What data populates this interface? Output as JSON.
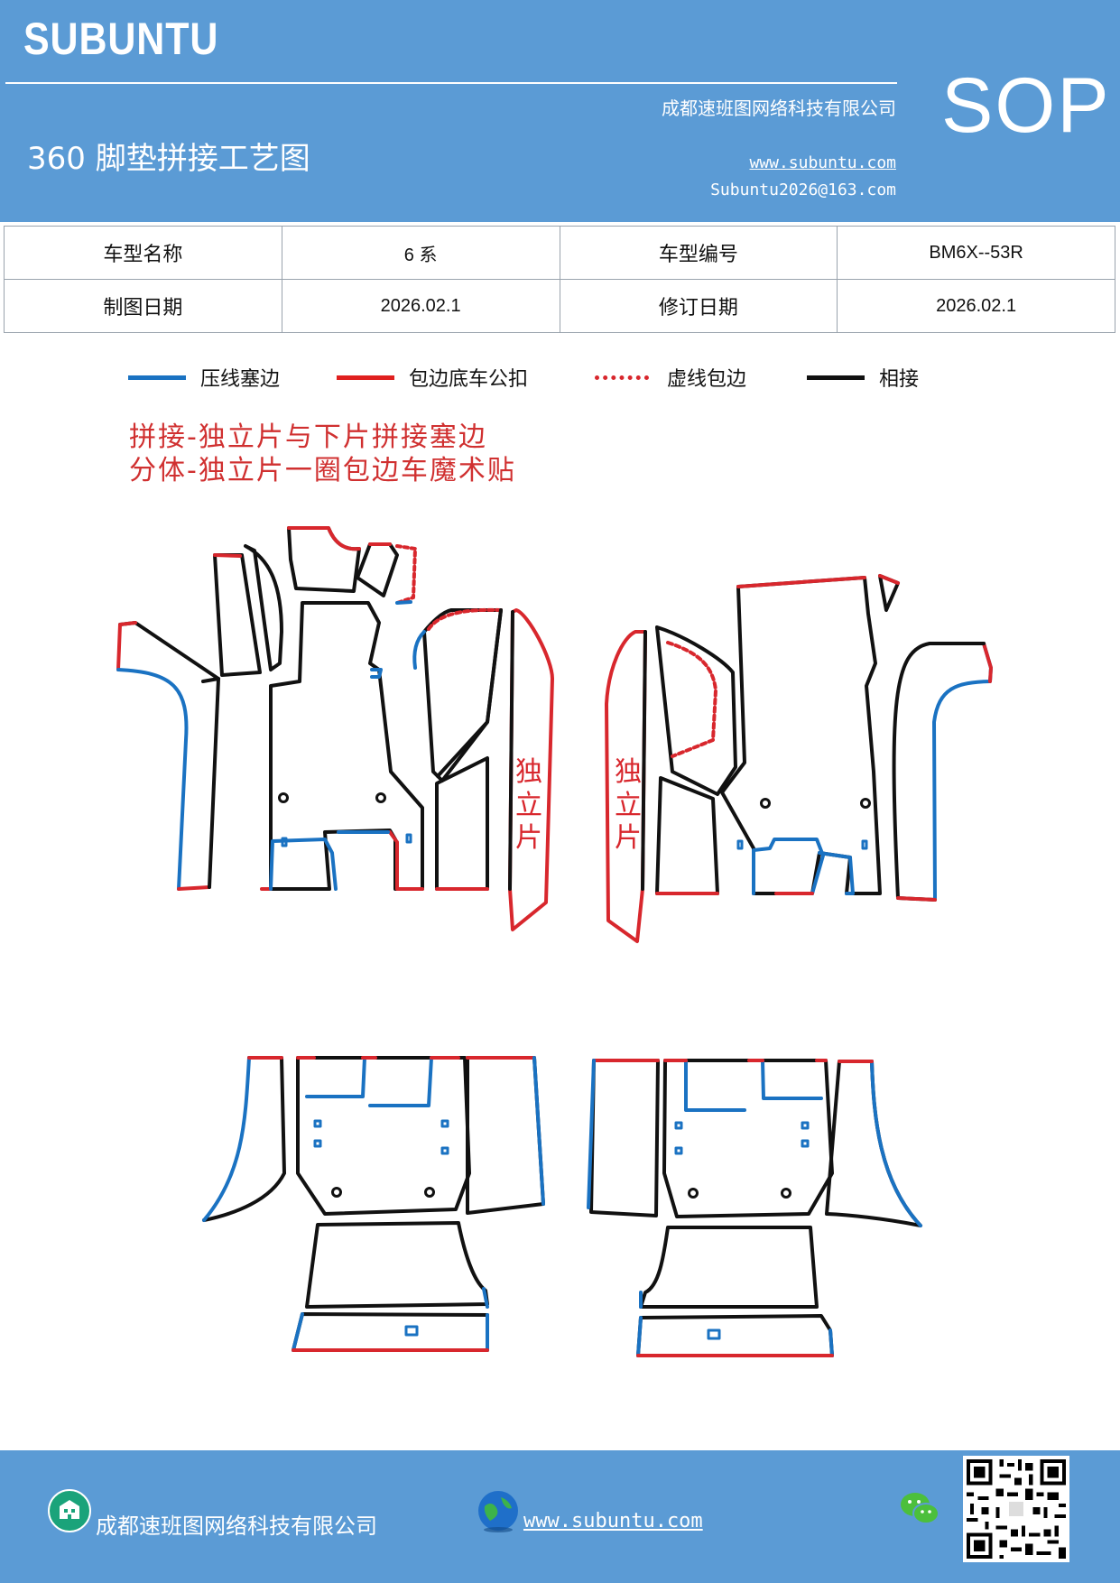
{
  "header": {
    "logo": "SUBUNTU",
    "badge": "SOP",
    "title": "360 脚垫拼接工艺图",
    "company": "成都速班图网络科技有限公司",
    "website": "www.subuntu.com",
    "email": "Subuntu2026@163.com"
  },
  "info_table": {
    "rows": [
      [
        {
          "text": "车型名称"
        },
        {
          "text": "6 系"
        },
        {
          "text": "车型编号"
        },
        {
          "text": "BM6X--53R"
        }
      ],
      [
        {
          "text": "制图日期"
        },
        {
          "text": "2026.02.1"
        },
        {
          "text": "修订日期"
        },
        {
          "text": "2026.02.1"
        }
      ]
    ]
  },
  "legend": [
    {
      "label": "压线塞边",
      "color": "#1a72c2",
      "style": "solid"
    },
    {
      "label": "包边底车公扣",
      "color": "#e0201f",
      "style": "solid"
    },
    {
      "label": "虚线包边",
      "color": "#d8272d",
      "style": "dotted"
    },
    {
      "label": "相接",
      "color": "#111111",
      "style": "solid"
    }
  ],
  "notes": [
    "拼接-独立片与下片拼接塞边",
    "分体-独立片一圈包边车魔术贴"
  ],
  "diagram": {
    "left_piece_label": [
      "独",
      "立",
      "片"
    ],
    "right_piece_label": [
      "独",
      "立",
      "片"
    ],
    "colors": {
      "blue": "#1a72c2",
      "red": "#d8272d",
      "black": "#111111"
    }
  },
  "footer": {
    "company": "成都速班图网络科技有限公司",
    "website": "www.subuntu.com",
    "icons": [
      "building-icon",
      "globe-icon",
      "wechat-icon",
      "qr-code"
    ]
  }
}
